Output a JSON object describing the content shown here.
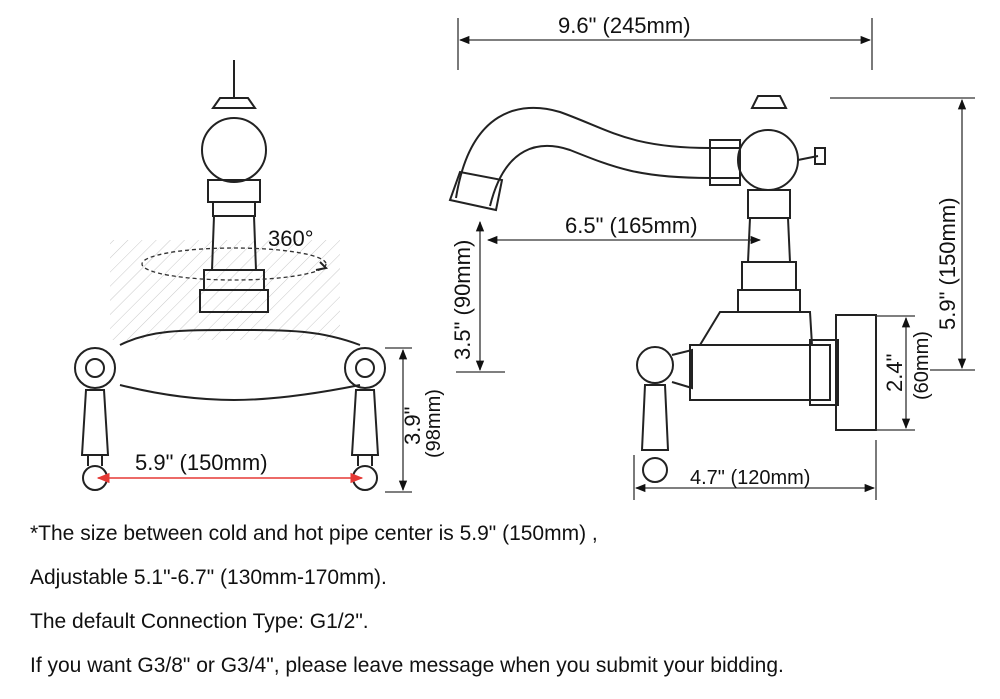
{
  "dimensions": {
    "width_top": "9.6\" (245mm)",
    "spout_reach": "6.5\" (165mm)",
    "spout_height": "3.5\" (90mm)",
    "total_height": "5.9\" (150mm)",
    "mount_height": "2.4\"",
    "mount_height_mm": "(60mm)",
    "depth": "4.7\" (120mm)",
    "center_distance": "5.9\" (150mm)",
    "handle_height": "3.9\"",
    "handle_height_mm": "(98mm)",
    "rotation": "360°"
  },
  "notes": [
    "*The size between cold and hot pipe center is 5.9\" (150mm) ,",
    "Adjustable 5.1\"-6.7\" (130mm-170mm).",
    "The default Connection Type: G1/2\".",
    "If you want G3/8\" or G3/4\", please leave message when you submit your bidding."
  ],
  "colors": {
    "measure_line": "#e53935",
    "ink": "#111111"
  }
}
